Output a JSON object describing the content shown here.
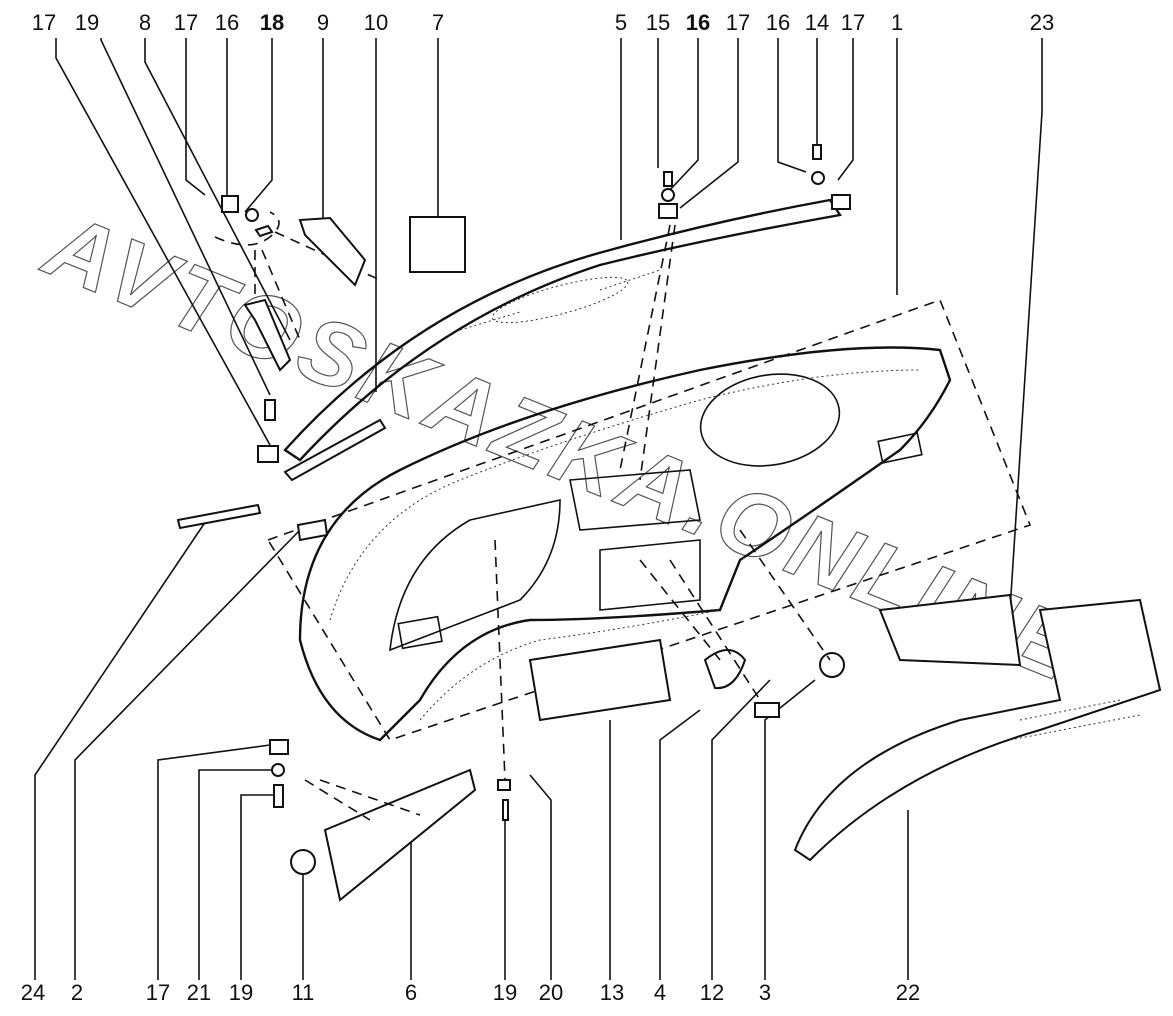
{
  "diagram": {
    "title_watermark": "AVTOSKAZKA.ONLINE",
    "top_callouts": [
      {
        "id": "t1",
        "label": "17"
      },
      {
        "id": "t2",
        "label": "19"
      },
      {
        "id": "t3",
        "label": "8"
      },
      {
        "id": "t4",
        "label": "17"
      },
      {
        "id": "t5",
        "label": "16"
      },
      {
        "id": "t6",
        "label": "18"
      },
      {
        "id": "t7",
        "label": "9"
      },
      {
        "id": "t8",
        "label": "10"
      },
      {
        "id": "t9",
        "label": "7"
      },
      {
        "id": "t10",
        "label": "5"
      },
      {
        "id": "t11",
        "label": "15"
      },
      {
        "id": "t12",
        "label": "16"
      },
      {
        "id": "t13",
        "label": "17"
      },
      {
        "id": "t14",
        "label": "16"
      },
      {
        "id": "t15",
        "label": "14"
      },
      {
        "id": "t16",
        "label": "17"
      },
      {
        "id": "t17",
        "label": "1"
      },
      {
        "id": "t18",
        "label": "23"
      }
    ],
    "bottom_callouts": [
      {
        "id": "b1",
        "label": "24"
      },
      {
        "id": "b2",
        "label": "2"
      },
      {
        "id": "b3",
        "label": "17"
      },
      {
        "id": "b4",
        "label": "21"
      },
      {
        "id": "b5",
        "label": "19"
      },
      {
        "id": "b6",
        "label": "11"
      },
      {
        "id": "b7",
        "label": "6"
      },
      {
        "id": "b8",
        "label": "19"
      },
      {
        "id": "b9",
        "label": "20"
      },
      {
        "id": "b10",
        "label": "13"
      },
      {
        "id": "b11",
        "label": "4"
      },
      {
        "id": "b12",
        "label": "12"
      },
      {
        "id": "b13",
        "label": "3"
      },
      {
        "id": "b14",
        "label": "22"
      }
    ],
    "colors": {
      "ink": "#111111",
      "background": "#ffffff",
      "watermark": "#555555"
    }
  }
}
